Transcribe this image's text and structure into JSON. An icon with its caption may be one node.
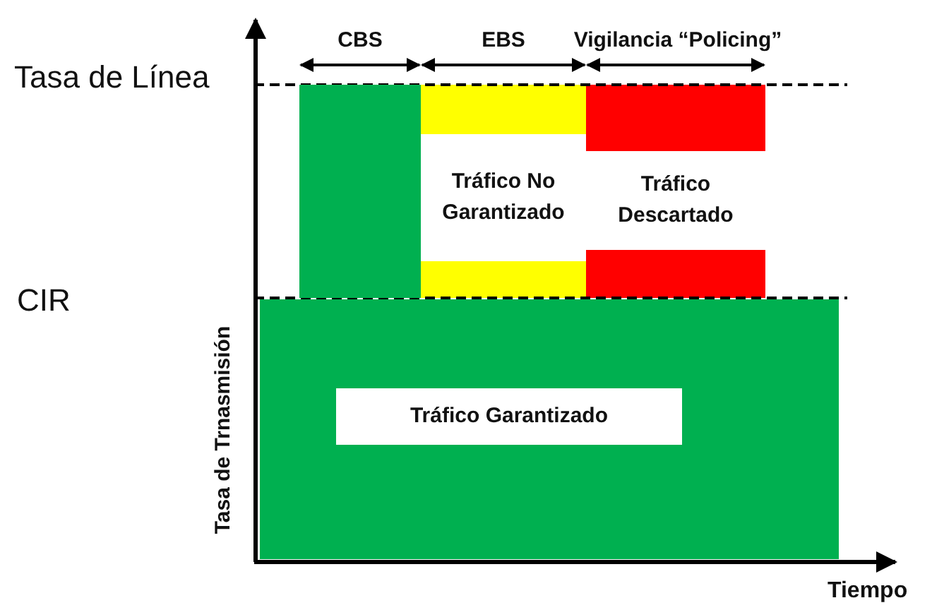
{
  "diagram": {
    "nodes": [
      {
        "text": [],
        "shape": "bar"
      },
      {
        "text": [
          "Tráfico No Garantizado"
        ]
      },
      {
        "text": [
          "Tráfico Descartado"
        ]
      },
      {
        "text": [
          "Tráfico Garantizado"
        ]
      }
    ],
    "labels": [
      "CBS",
      "EBS",
      "Vigilancia “Policing”",
      "Tasa de Línea",
      "CIR",
      "Tasa de Trnasmisión",
      "Tiempo"
    ]
  }
}
